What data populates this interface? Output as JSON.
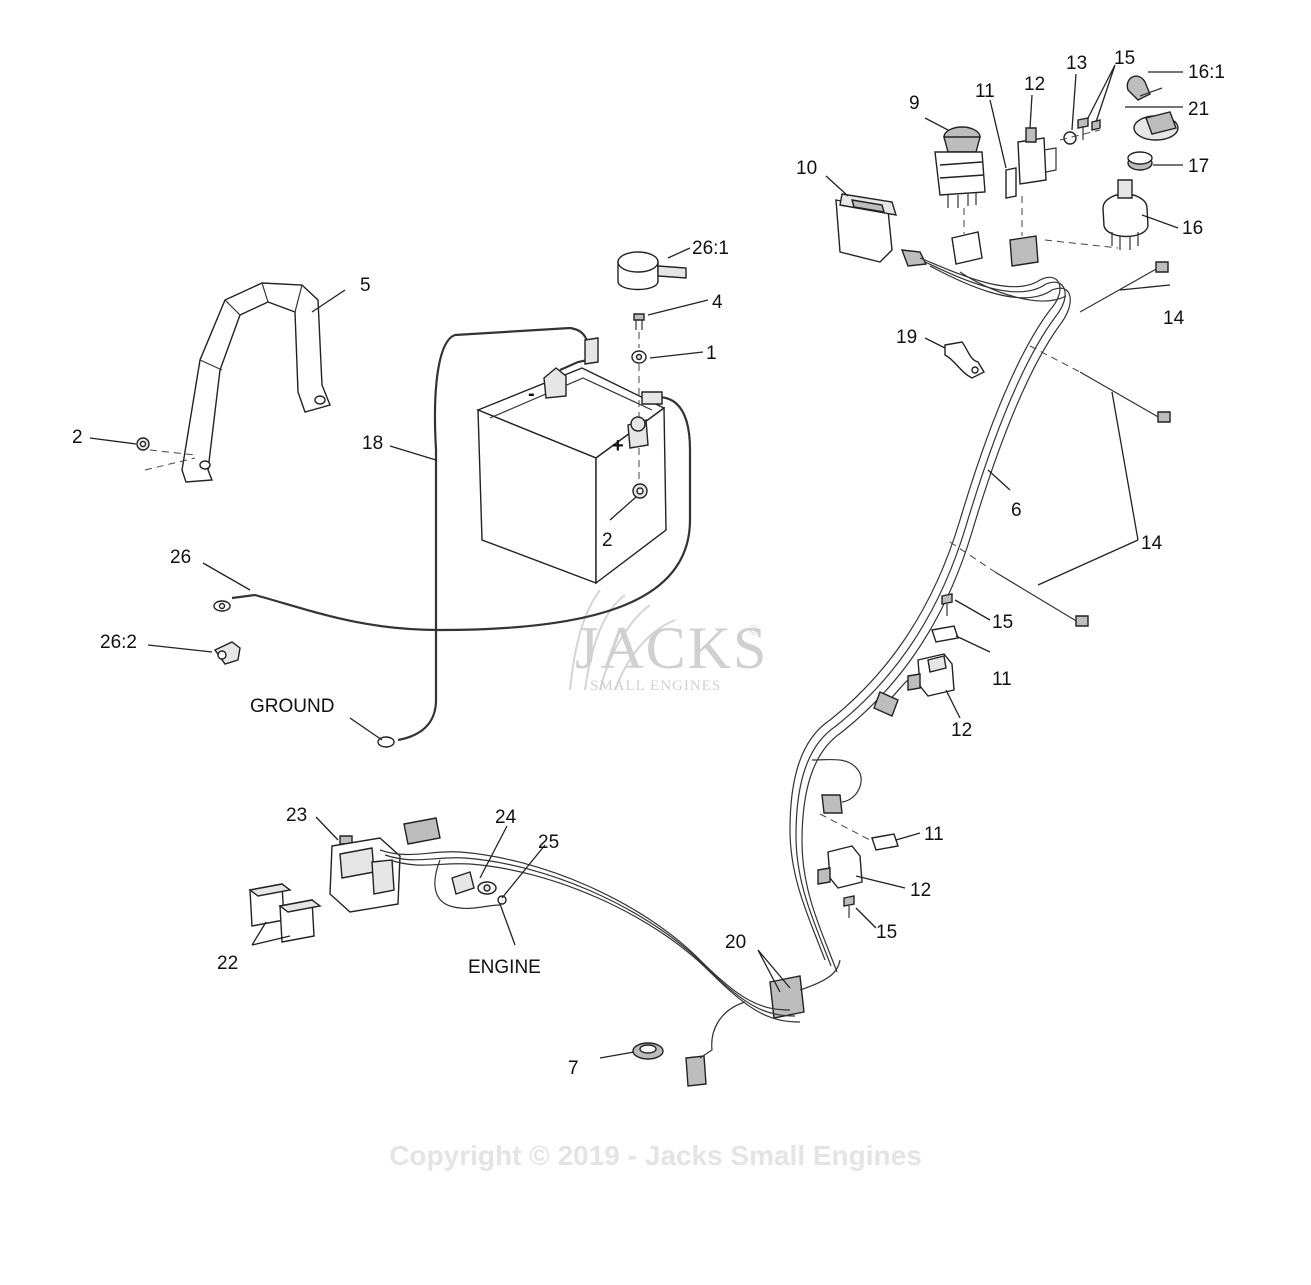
{
  "labels": {
    "l1": "1",
    "l2a": "2",
    "l2b": "2",
    "l4": "4",
    "l5": "5",
    "l6": "6",
    "l7": "7",
    "l9": "9",
    "l10": "10",
    "l11a": "11",
    "l11b": "11",
    "l11c": "11",
    "l12a": "12",
    "l12b": "12",
    "l12c": "12",
    "l13": "13",
    "l14a": "14",
    "l14b": "14",
    "l15a": "15",
    "l15b": "15",
    "l15c": "15",
    "l16": "16",
    "l16_1": "16:1",
    "l17": "17",
    "l18": "18",
    "l19": "19",
    "l20": "20",
    "l21": "21",
    "l22": "22",
    "l23": "23",
    "l24": "24",
    "l25": "25",
    "l26": "26",
    "l26_1": "26:1",
    "l26_2": "26:2",
    "ground": "GROUND",
    "engine": "ENGINE"
  },
  "battery": {
    "neg_sign": "-",
    "pos_sign": "+"
  },
  "watermark": {
    "brand": "JACKS",
    "registered": "©",
    "sub": "SMALL ENGINES"
  },
  "copyright": "Copyright © 2019 - Jacks Small Engines"
}
